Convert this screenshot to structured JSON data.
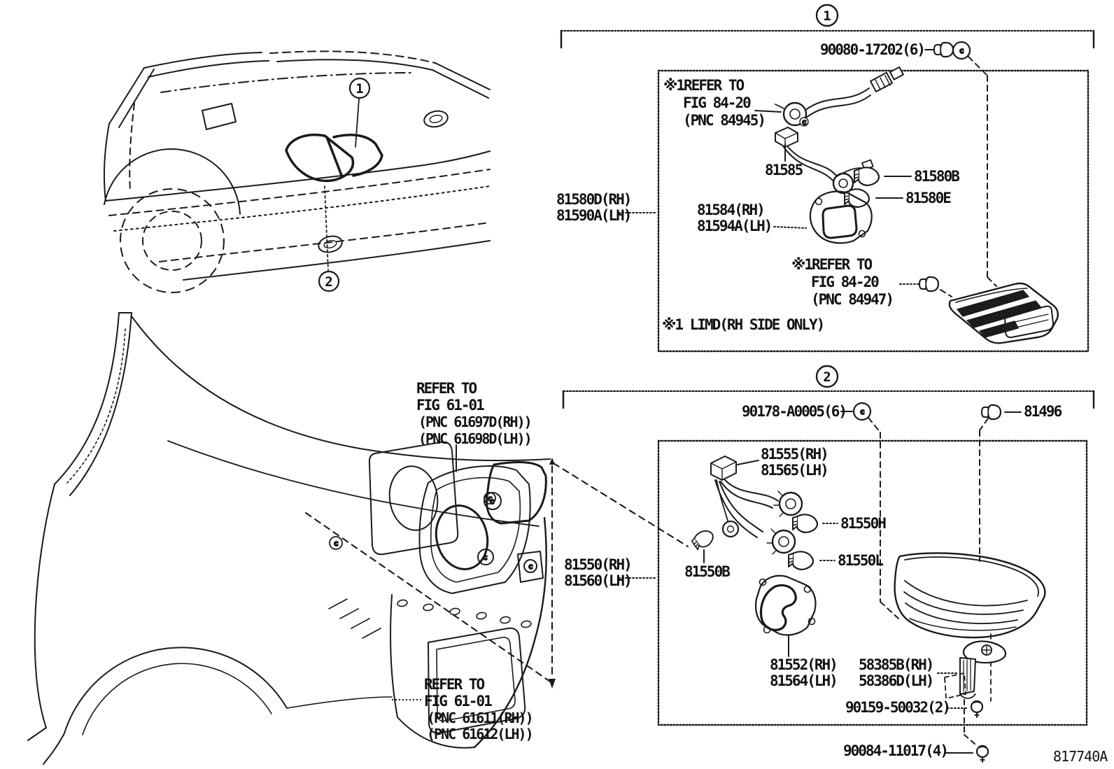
{
  "page": {
    "figure_code": "817740A",
    "background": "#ffffff",
    "ink": "#1a1a1a"
  },
  "callouts": {
    "one": "1",
    "two": "2"
  },
  "glyphs": {
    "clip": "c"
  },
  "section1": {
    "fastener": "90080-17202(6)",
    "refer_top": {
      "l1": "※1REFER TO",
      "l2": "FIG 84-20",
      "l3": "(PNC 84945)"
    },
    "socket": "81585",
    "bulb_b": "81580B",
    "bulb_e": "81580E",
    "assy_rh": "81580D(RH)",
    "assy_lh": "81590A(LH)",
    "gasket_rh": "81584(RH)",
    "gasket_lh": "81594A(LH)",
    "refer_bottom": {
      "l1": "※1REFER TO",
      "l2": "FIG 84-20",
      "l3": "(PNC 84947)"
    },
    "note": "※1 LIMD(RH SIDE ONLY)"
  },
  "section2": {
    "fastener": "90178-A0005(6)",
    "clip": "81496",
    "harness_rh": "81555(RH)",
    "harness_lh": "81565(LH)",
    "bulb_h": "81550H",
    "bulb_l": "81550L",
    "bulb_b": "81550B",
    "assy_rh": "81550(RH)",
    "assy_lh": "81560(LH)",
    "gasket_rh": "81552(RH)",
    "gasket_lh": "81564(LH)",
    "bracket_rh": "58385B(RH)",
    "bracket_lh": "58386D(LH)",
    "screw_upper": "90159-50032(2)",
    "screw_lower": "90084-11017(4)"
  },
  "references": {
    "trim": {
      "l1": "REFER TO",
      "l2": "FIG 61-01",
      "l3": "(PNC 61697D(RH))",
      "l4": "(PNC 61698D(LH))"
    },
    "panel": {
      "l1": "REFER TO",
      "l2": "FIG 61-01",
      "l3": "(PNC 61611(RH))",
      "l4": "(PNC 61612(LH))"
    }
  }
}
